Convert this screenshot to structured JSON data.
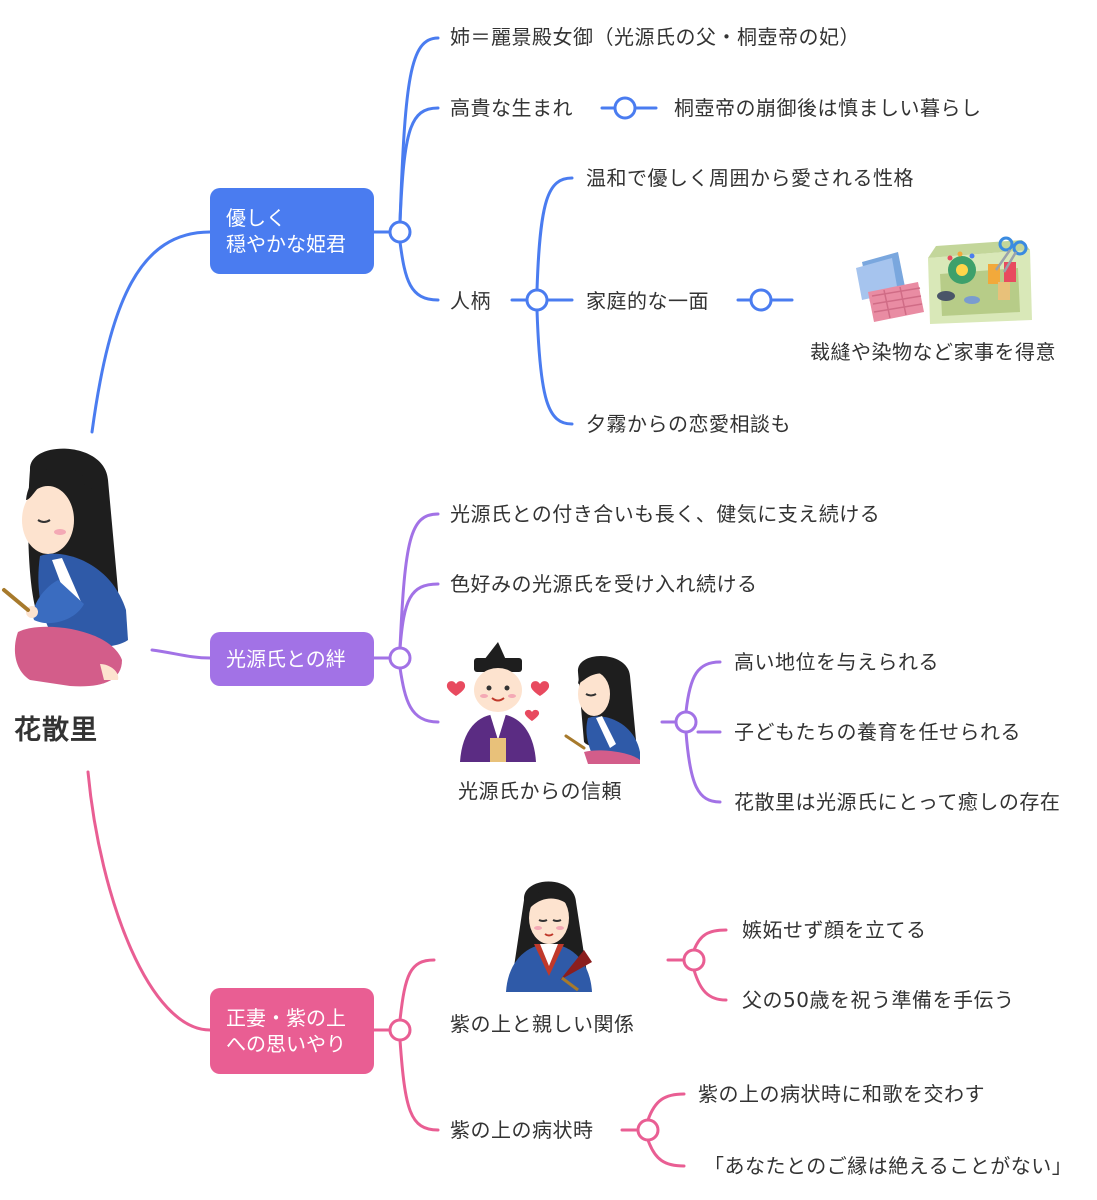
{
  "root": {
    "label": "花散里"
  },
  "colors": {
    "blue": "#4a7cf0",
    "purple": "#a272e6",
    "pink": "#e95e93",
    "text": "#333333"
  },
  "branches": [
    {
      "label_lines": [
        "優しく",
        "穏やかな姫君"
      ],
      "children": [
        {
          "label": "姉＝麗景殿女御（光源氏の父・桐壺帝の妃）"
        },
        {
          "label": "高貴な生まれ",
          "children": [
            {
              "label": "桐壺帝の崩御後は慎ましい暮らし"
            }
          ]
        },
        {
          "label": "人柄",
          "children": [
            {
              "label": "温和で優しく周囲から愛される性格"
            },
            {
              "label": "家庭的な一面",
              "children": [
                {
                  "label": "裁縫や染物など家事を得意",
                  "icon": "sewing-kit-icon"
                }
              ]
            },
            {
              "label": "夕霧からの恋愛相談も"
            }
          ]
        }
      ]
    },
    {
      "label_lines": [
        "光源氏との絆"
      ],
      "children": [
        {
          "label": "光源氏との付き合いも長く、健気に支え続ける"
        },
        {
          "label": "色好みの光源氏を受け入れ続ける"
        },
        {
          "label": "光源氏からの信頼",
          "icon": "genji-and-hanachirusato-icon",
          "children": [
            {
              "label": "高い地位を与えられる"
            },
            {
              "label": "子どもたちの養育を任せられる"
            },
            {
              "label": "花散里は光源氏にとって癒しの存在"
            }
          ]
        }
      ]
    },
    {
      "label_lines": [
        "正妻・紫の上",
        "への思いやり"
      ],
      "children": [
        {
          "label": "紫の上と親しい関係",
          "icon": "murasaki-no-ue-icon",
          "children": [
            {
              "label": "嫉妬せず顔を立てる"
            },
            {
              "label": "父の50歳を祝う準備を手伝う"
            }
          ]
        },
        {
          "label": "紫の上の病状時",
          "children": [
            {
              "label": "紫の上の病状時に和歌を交わす"
            },
            {
              "label": "「あなたとのご縁は絶えることがない」"
            }
          ]
        }
      ]
    }
  ]
}
